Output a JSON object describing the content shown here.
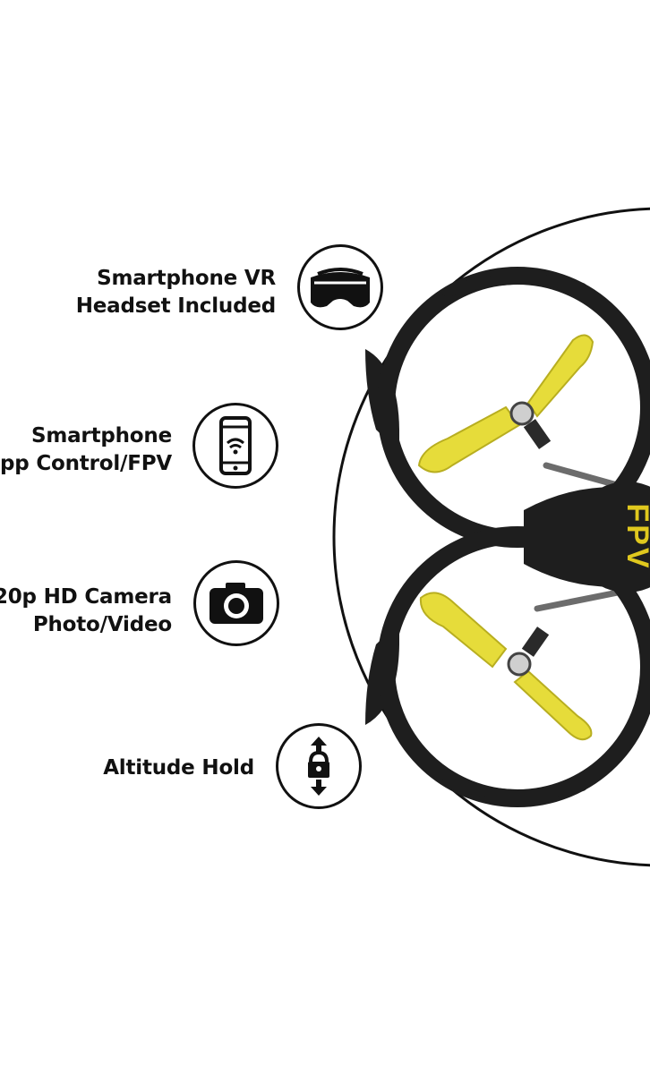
{
  "features": [
    {
      "id": "vr",
      "icon": "vr-headset-icon",
      "lines": [
        "Smartphone VR",
        "Headset Included"
      ]
    },
    {
      "id": "app",
      "icon": "smartphone-wifi-icon",
      "lines": [
        "Smartphone",
        "pp Control/FPV"
      ]
    },
    {
      "id": "camera",
      "icon": "camera-icon",
      "lines": [
        "20p HD Camera",
        "Photo/Video"
      ]
    },
    {
      "id": "altitude",
      "icon": "altitude-lock-icon",
      "lines": [
        "Altitude Hold"
      ]
    }
  ],
  "drone": {
    "badge_text": "FPV"
  },
  "colors": {
    "drone_body": "#1e1e1e",
    "propeller": "#e6dc3a",
    "badge_text": "#e0c81e",
    "outline": "#111111"
  }
}
